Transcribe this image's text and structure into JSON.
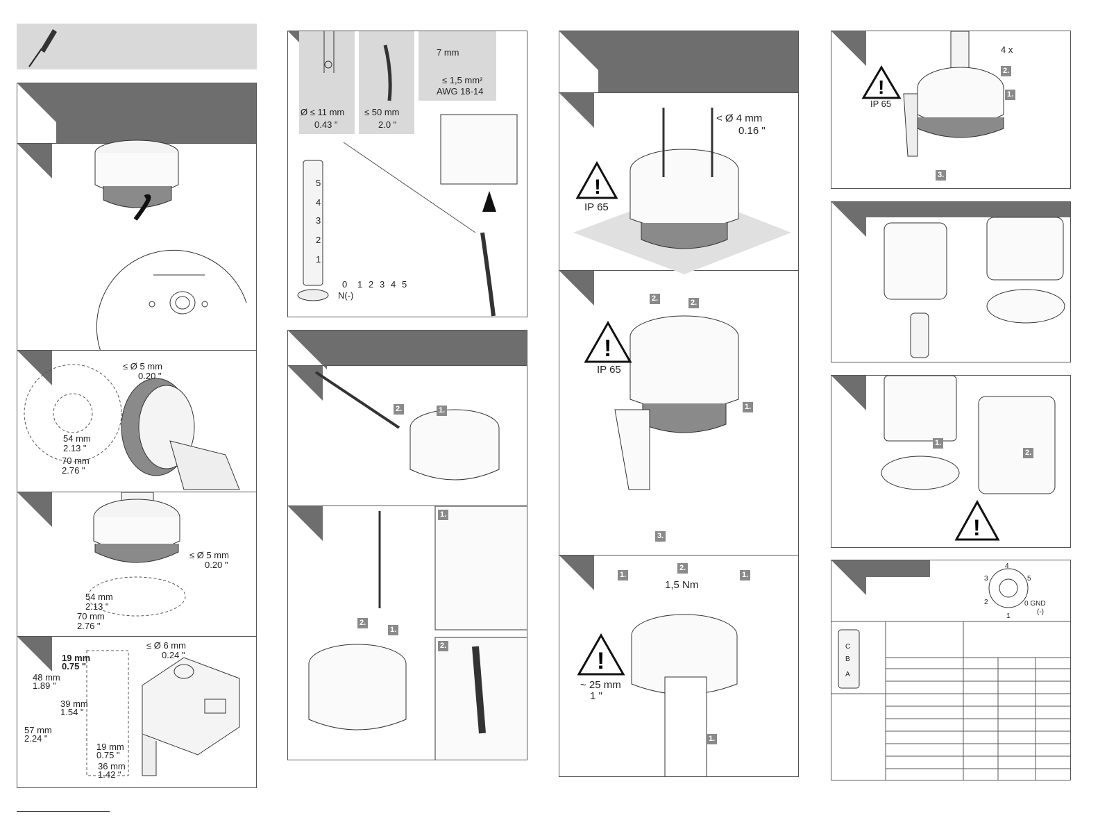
{
  "tools": {
    "icon": "screwdriver-icon"
  },
  "mounting": {
    "rail": {
      "diameter": "Ø ≤ 11 mm",
      "diameter_in": "0.43 \""
    },
    "tube": {
      "length": "≤ 50 mm",
      "length_in": "2.0 \""
    },
    "wire": {
      "strip": "7 mm",
      "section": "≤ 1,5 mm²",
      "awg": "AWG 18-14"
    },
    "tiers": [
      "5",
      "4",
      "3",
      "2",
      "1"
    ],
    "terminals": [
      "0",
      "1",
      "2",
      "3",
      "4",
      "5"
    ],
    "neutral": "N(-)",
    "hole5": {
      "mm": "≤ Ø 5 mm",
      "in": "0.20 \""
    },
    "hole6": {
      "mm": "≤ Ø 6 mm",
      "in": "0.24 \""
    },
    "dim54": {
      "mm": "54 mm",
      "in": "2.13 \""
    },
    "dim70": {
      "mm": "70 mm",
      "in": "2.76 \""
    },
    "dim19": {
      "mm": "19 mm",
      "in": "0.75 \""
    },
    "dim48": {
      "mm": "48 mm",
      "in": "1.89 \""
    },
    "dim39": {
      "mm": "39 mm",
      "in": "1.54 \""
    },
    "dim57": {
      "mm": "57 mm",
      "in": "2.24 \""
    },
    "dim36": {
      "mm": "36 mm",
      "in": "1.42 \""
    },
    "screw": {
      "mm": "< Ø 4 mm",
      "in": "0.16 \""
    },
    "ip": "IP 65",
    "torque": "1,5 Nm",
    "insert": {
      "mm": "~ 25 mm",
      "in": "1 \""
    },
    "count": "4 x",
    "steps": {
      "s1": "1.",
      "s2": "2.",
      "s3": "3."
    }
  },
  "pinout": {
    "pins": [
      "4",
      "3",
      "5",
      "2",
      "0 GND",
      "(-)",
      "1"
    ],
    "modules": [
      "C",
      "B",
      "A"
    ]
  },
  "colors": {
    "header": "#6e6e6e",
    "gray_box": "#d9d9d9",
    "ring": "#8a8a8a"
  }
}
